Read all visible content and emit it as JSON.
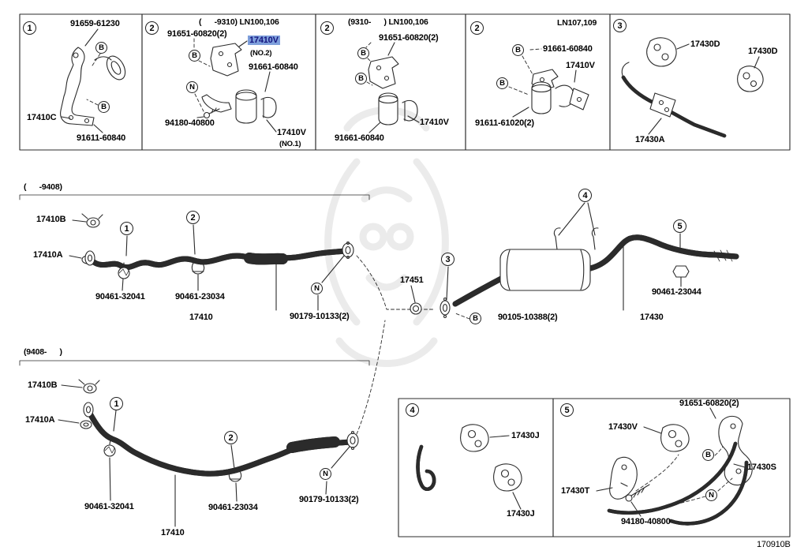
{
  "doc": {
    "code": "170910B"
  },
  "callout": {
    "b": "B",
    "n": "N"
  },
  "highlight": {
    "bg": "#7e9fdb",
    "fg": "#14147e"
  },
  "line_color": "#2b2b2b",
  "top_panels": {
    "p1": {
      "badge": "1",
      "pn_top": "91659-61230",
      "pn_left": "17410C",
      "pn_bottom": "91611-60840"
    },
    "p2": {
      "badge": "2",
      "header": "(      -9310) LN100,106",
      "pn_bolt": "91651-60820(2)",
      "pn_hl": "17410V",
      "pn_hl_note": "(NO.2)",
      "pn_nut": "91661-60840",
      "pn_bolt2": "94180-40800",
      "pn_clamp": "17410V",
      "pn_clamp_note": "(NO.1)"
    },
    "p3": {
      "badge": "2",
      "header": "(9310-      ) LN100,106",
      "pn_bolt": "91651-60820(2)",
      "pn_clamp": "17410V",
      "pn_nut": "91661-60840"
    },
    "p4": {
      "badge": "2",
      "header": "LN107,109",
      "pn_nut": "91661-60840",
      "pn_clamp": "17410V",
      "pn_bolt": "91611-61020(2)"
    },
    "p5": {
      "badge": "3",
      "pn_hanger1": "17430D",
      "pn_hanger2": "17430D",
      "pn_bracket": "17430A"
    }
  },
  "mid": {
    "range": "(      -9408)",
    "pn_flange": "17410B",
    "pn_gasket": "17410A",
    "m1": "1",
    "m2": "2",
    "m3": "3",
    "m4": "4",
    "m5": "5",
    "pn_hanger": "90461-32041",
    "pn_clamp1": "90461-23034",
    "pn_frontpipe": "17410",
    "pn_bolt": "90179-10133(2)",
    "pn_donut": "17451",
    "pn_bolt2": "90105-10388(2)",
    "pn_clamp2": "90461-23044",
    "pn_tailpipe": "17430"
  },
  "bottom": {
    "range": "(9408-      )",
    "pn_flange": "17410B",
    "pn_gasket": "17410A",
    "m1": "1",
    "m2": "2",
    "pn_hanger": "90461-32041",
    "pn_clamp": "90461-23034",
    "pn_frontpipe": "17410",
    "pn_bolt": "90179-10133(2)"
  },
  "br_panels": {
    "p4": {
      "badge": "4",
      "pn_hanger1": "17430J",
      "pn_hanger2": "17430J"
    },
    "p5": {
      "badge": "5",
      "pn_bolt": "91651-60820(2)",
      "pn_hanger": "17430V",
      "pn_bracket": "17430T",
      "pn_stay": "17430S",
      "pn_bolt2": "94180-40800"
    }
  }
}
